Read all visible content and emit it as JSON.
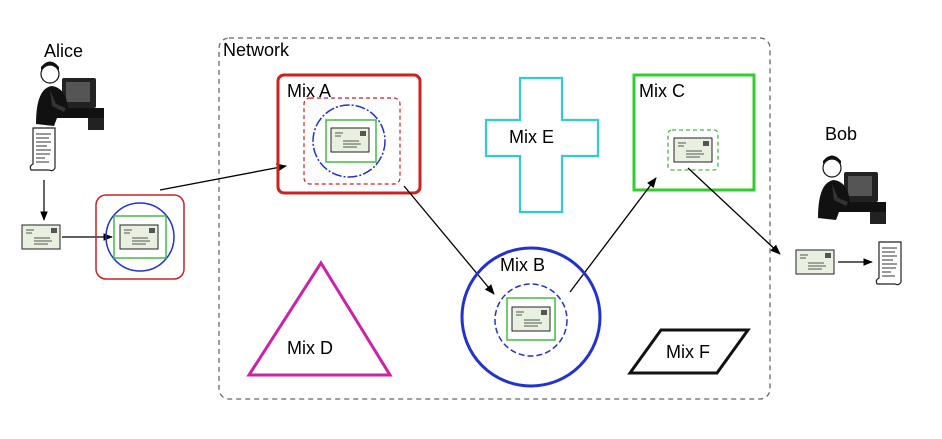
{
  "actors": {
    "alice": "Alice",
    "bob": "Bob"
  },
  "network": {
    "label": "Network"
  },
  "mixes": {
    "a": "Mix A",
    "b": "Mix B",
    "c": "Mix C",
    "d": "Mix D",
    "e": "Mix E",
    "f": "Mix F"
  },
  "colors": {
    "mix_a": "#cc2222",
    "mix_b": "#2233cc",
    "mix_c": "#33cc33",
    "mix_d": "#cc22aa",
    "mix_e": "#33cccc",
    "mix_f": "#111111",
    "envelope_green": "#44bb44",
    "layer_red": "#cc2222",
    "layer_blue": "#2233cc",
    "network_border": "#666666"
  },
  "icons": {
    "person": "computer-user-icon",
    "letter": "letter-document-icon",
    "envelope": "envelope-icon"
  }
}
